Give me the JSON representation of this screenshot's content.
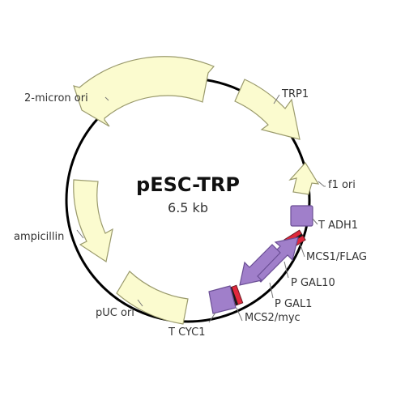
{
  "plasmid": {
    "name": "pESC-TRP",
    "size": "6.5 kb"
  },
  "colors": {
    "backbone": "#000000",
    "yellow_fill": "#fbfbcf",
    "yellow_stroke": "#9a9a6c",
    "purple_fill": "#a07fca",
    "purple_stroke": "#6a4e94",
    "red_band": "#e0283c",
    "label": "#333333",
    "leader": "#777777"
  },
  "features": {
    "trp1": {
      "label": "TRP1"
    },
    "f1_ori": {
      "label": "f1  ori"
    },
    "t_adh1": {
      "label": "T ADH1"
    },
    "mcs1_flag": {
      "label": "MCS1/FLAG"
    },
    "p_gal10": {
      "label": "P GAL10"
    },
    "p_gal1": {
      "label": "P GAL1"
    },
    "mcs2_myc": {
      "label": "MCS2/myc"
    },
    "t_cyc1": {
      "label": "T CYC1"
    },
    "puc_ori": {
      "label": "pUC ori"
    },
    "ampicillin": {
      "label": "ampicillin"
    },
    "two_micron_ori": {
      "label": "2-micron ori"
    }
  }
}
